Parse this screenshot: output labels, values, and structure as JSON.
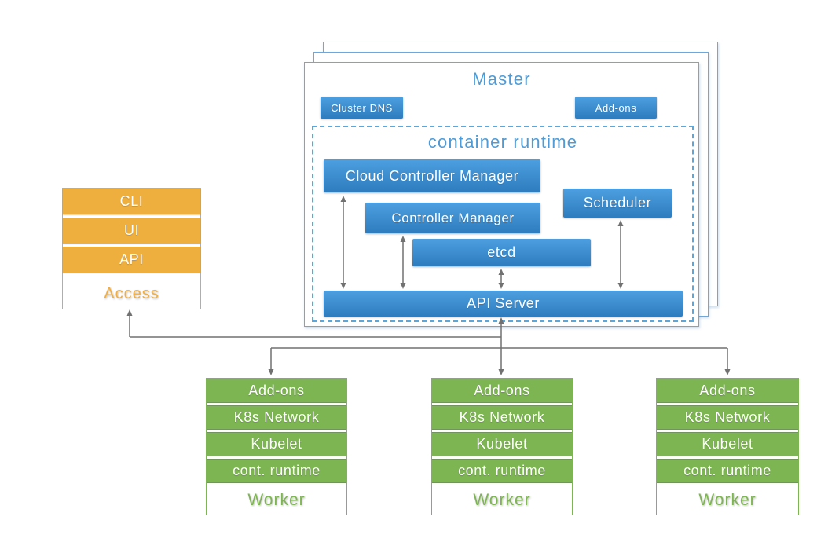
{
  "master": {
    "title": "Master",
    "cluster_dns": "Cluster DNS",
    "addons": "Add-ons",
    "runtime_title": "container runtime",
    "components": {
      "cloud_controller_manager": "Cloud Controller Manager",
      "controller_manager": "Controller Manager",
      "etcd": "etcd",
      "scheduler": "Scheduler",
      "api_server": "API Server"
    }
  },
  "access": {
    "rows": [
      "CLI",
      "UI",
      "API"
    ],
    "label": "Access"
  },
  "workers": {
    "nodes": [
      {
        "rows": [
          "Add-ons",
          "K8s Network",
          "Kubelet",
          "cont. runtime"
        ],
        "label": "Worker"
      },
      {
        "rows": [
          "Add-ons",
          "K8s Network",
          "Kubelet",
          "cont. runtime"
        ],
        "label": "Worker"
      },
      {
        "rows": [
          "Add-ons",
          "K8s Network",
          "Kubelet",
          "cont. runtime"
        ],
        "label": "Worker"
      }
    ]
  },
  "colors": {
    "blue_gradient_top": "#4C9FE0",
    "blue_gradient_bottom": "#2E7CBE",
    "blue_border": "#6FA8D8",
    "blue_dashed_border": "#5BA7DC",
    "blue_text": "#4E9BD6",
    "orange": "#EFAF3E",
    "orange_border": "#E8A73C",
    "orange_text": "#F0AE43",
    "green": "#7CB551",
    "green_text": "#7FB454",
    "connector_gray": "#717171",
    "white_text": "#FFFFFF"
  }
}
